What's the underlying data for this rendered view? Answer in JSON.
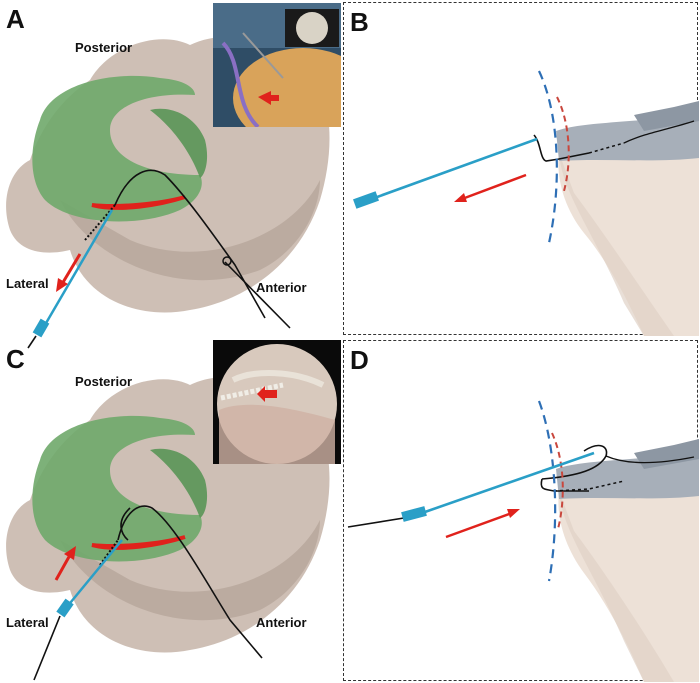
{
  "panels": {
    "A": {
      "letter": "A",
      "posterior": "Posterior",
      "lateral": "Lateral",
      "anterior": "Anterior"
    },
    "B": {
      "letter": "B"
    },
    "C": {
      "letter": "C",
      "posterior": "Posterior",
      "lateral": "Lateral",
      "anterior": "Anterior"
    },
    "D": {
      "letter": "D"
    }
  },
  "colors": {
    "meniscus": "#6fa86a",
    "bone": "#c9b8ad",
    "cable": "#2a9fc7",
    "arrow": "#e0221c",
    "dash_blue": "#2e6fb5",
    "dash_red": "#c9473d",
    "cartilage": "#8d97a3"
  }
}
